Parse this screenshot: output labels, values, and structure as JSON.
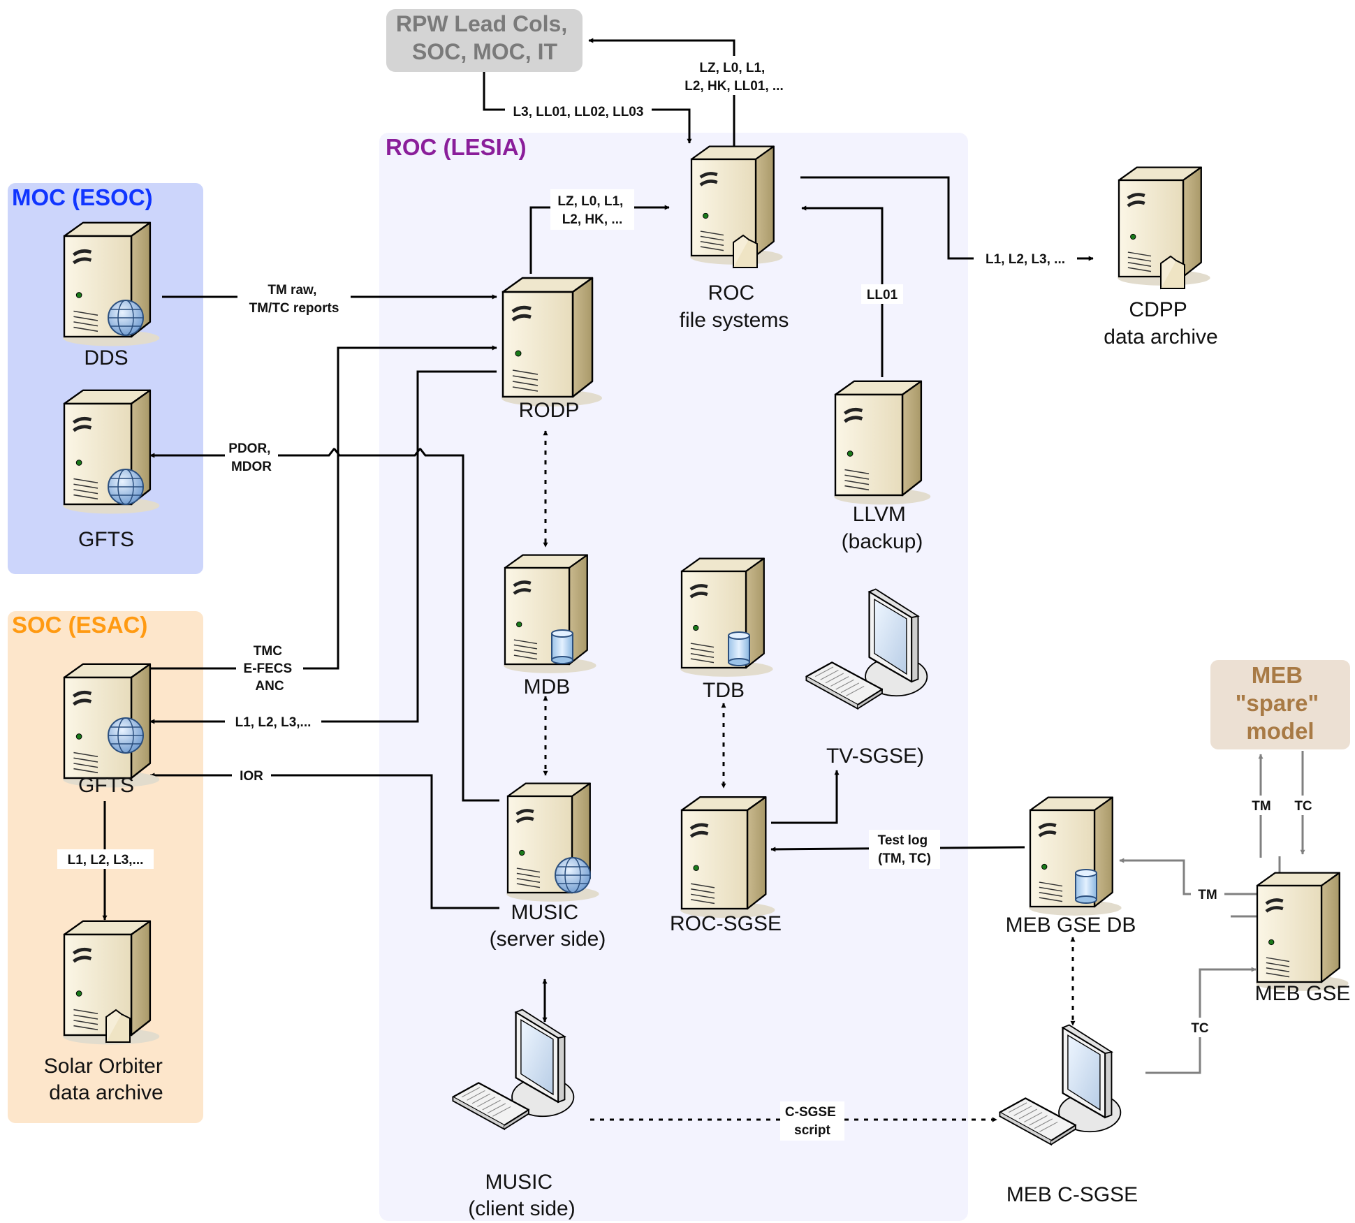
{
  "groups": {
    "moc": "MOC (ESOC)",
    "soc": "SOC (ESAC)",
    "roc": "ROC (LESIA)",
    "rpw": [
      "RPW Lead Cols,",
      "SOC, MOC, IT"
    ],
    "meb_spare": [
      "MEB",
      "\"spare\"",
      "model"
    ]
  },
  "nodes": {
    "dds": [
      "DDS"
    ],
    "gfts_moc": [
      "GFTS"
    ],
    "gfts_soc": [
      "GFTS"
    ],
    "solar_archive": [
      "Solar Orbiter",
      "data archive"
    ],
    "rodp": [
      "RODP"
    ],
    "roc_fs": [
      "ROC",
      "file systems"
    ],
    "cdpp": [
      "CDPP",
      "data archive"
    ],
    "llvm": [
      "LLVM",
      "(backup)"
    ],
    "mdb": [
      "MDB"
    ],
    "tdb": [
      "TDB"
    ],
    "tv_sgse": [
      "TV-SGSE)"
    ],
    "music_server": [
      "MUSIC",
      "(server side)"
    ],
    "roc_sgse": [
      "ROC-SGSE"
    ],
    "meb_gse_db": [
      "MEB GSE DB"
    ],
    "meb_gse": [
      "MEB GSE"
    ],
    "music_client": [
      "MUSIC",
      "(client side)"
    ],
    "meb_csgse": [
      "MEB C-SGSE"
    ]
  },
  "edge_labels": {
    "rpw_in": "L3, LL01, LL02, LL03",
    "rpw_out": [
      "LZ, L0, L1,",
      "L2, HK, LL01, ..."
    ],
    "rodp_to_fs": [
      "LZ, L0, L1,",
      "L2, HK, ..."
    ],
    "fs_to_cdpp": "L1, L2, L3, ...",
    "llvm_to_fs": "LL01",
    "dds_to_rodp": [
      "TM raw,",
      "TM/TC reports"
    ],
    "pdor": [
      "PDOR,",
      "MDOR"
    ],
    "tmc": [
      "TMC",
      "E-FECS",
      "ANC"
    ],
    "l123_to_soc": "L1, L2, L3,...",
    "ior": "IOR",
    "soc_archive": "L1, L2, L3,...",
    "test_log": [
      "Test log",
      "(TM, TC)"
    ],
    "csgse_script": [
      "C-SGSE",
      "script"
    ],
    "tm_up": "TM",
    "tc_down": "TC",
    "tm_left": "TM",
    "tc_right": "TC"
  },
  "colors": {
    "moc_bg": "#ccd5fb",
    "soc_bg": "#fde6cb",
    "roc_bg": "#f3f3fe",
    "moc_title": "#1035ff",
    "soc_title": "#ff9a12",
    "roc_title": "#8a1e9a",
    "meb_spare_text": "#a87a45",
    "meb_spare_bg": "#ece0d3",
    "rpw_bg": "#d4d4d4",
    "rpw_text": "#7a7a7a",
    "edge": "#000000",
    "edge_gray": "#808080"
  }
}
